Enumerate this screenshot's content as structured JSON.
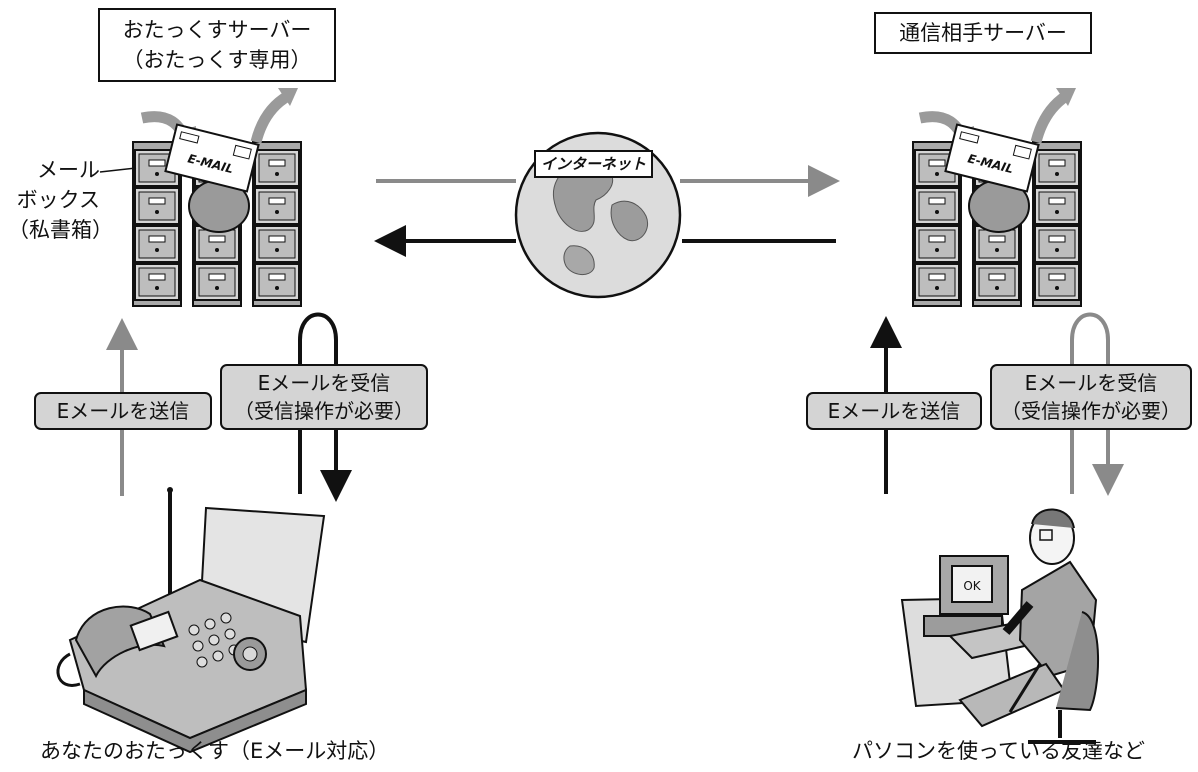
{
  "left_server": {
    "title_line1": "おたっくすサーバー",
    "title_line2": "（おたっくす専用）"
  },
  "right_server": {
    "title": "通信相手サーバー"
  },
  "mailbox": {
    "line1": "メール",
    "line2": "ボックス",
    "line3": "（私書箱）"
  },
  "envelope_text": "E-MAIL",
  "internet_label": "インターネット",
  "left_flow": {
    "send_label": "Eメールを送信",
    "receive_line1": "Eメールを受信",
    "receive_line2": "（受信操作が必要）"
  },
  "right_flow": {
    "send_label": "Eメールを送信",
    "receive_line1": "Eメールを受信",
    "receive_line2": "（受信操作が必要）"
  },
  "monitor_text": "OK",
  "bottom_left_caption": "あなたのおたっくす（Eメール対応）",
  "bottom_right_caption": "パソコンを使っている友達など",
  "colors": {
    "gray_arrow": "#8a8a8a",
    "black_arrow": "#111111",
    "pill_fill": "#d4d4d4",
    "cabinet_fill": "#c8c8c8"
  }
}
